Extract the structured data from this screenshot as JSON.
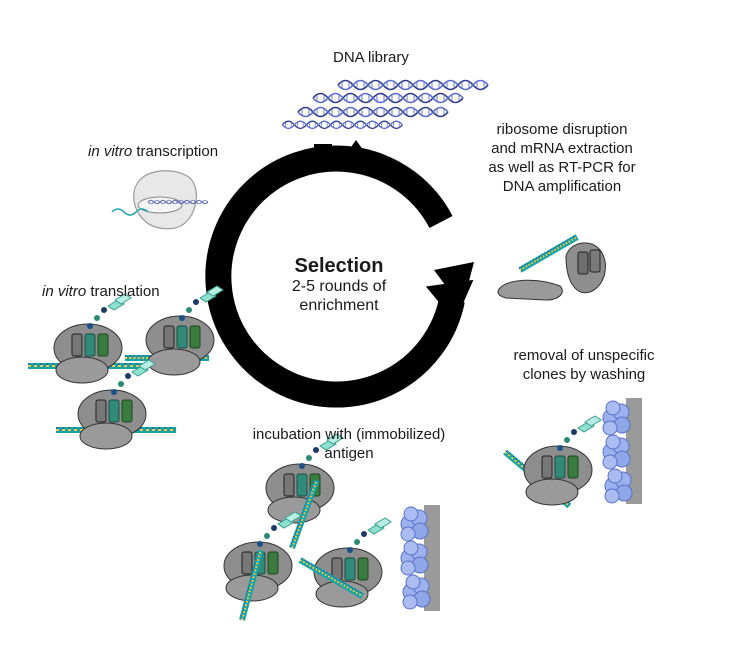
{
  "center": {
    "title": "Selection",
    "subtitle_line1": "2-5 rounds of",
    "subtitle_line2": "enrichment"
  },
  "steps": {
    "dna_library": "DNA library",
    "transcription": {
      "italic": "in vitro",
      "text": " transcription"
    },
    "translation": {
      "italic": "in vitro",
      "text": " translation"
    },
    "disruption": [
      "ribosome disruption",
      "and mRNA extraction",
      "as well as RT-PCR for",
      "DNA amplification"
    ],
    "washing": [
      "removal of unspecific",
      "clones by washing"
    ],
    "incubation": [
      "incubation with (immobilized)",
      "antigen"
    ]
  },
  "colors": {
    "cycle_arrow": "#000000",
    "dna_strand": "#2d3a8c",
    "ribosome": "#8e8e8e",
    "mrna_cyan": "#1aa3a8",
    "antigen": "#8fa6e8",
    "surface": "#9a9a9a",
    "binder": "#7fd6c4"
  }
}
